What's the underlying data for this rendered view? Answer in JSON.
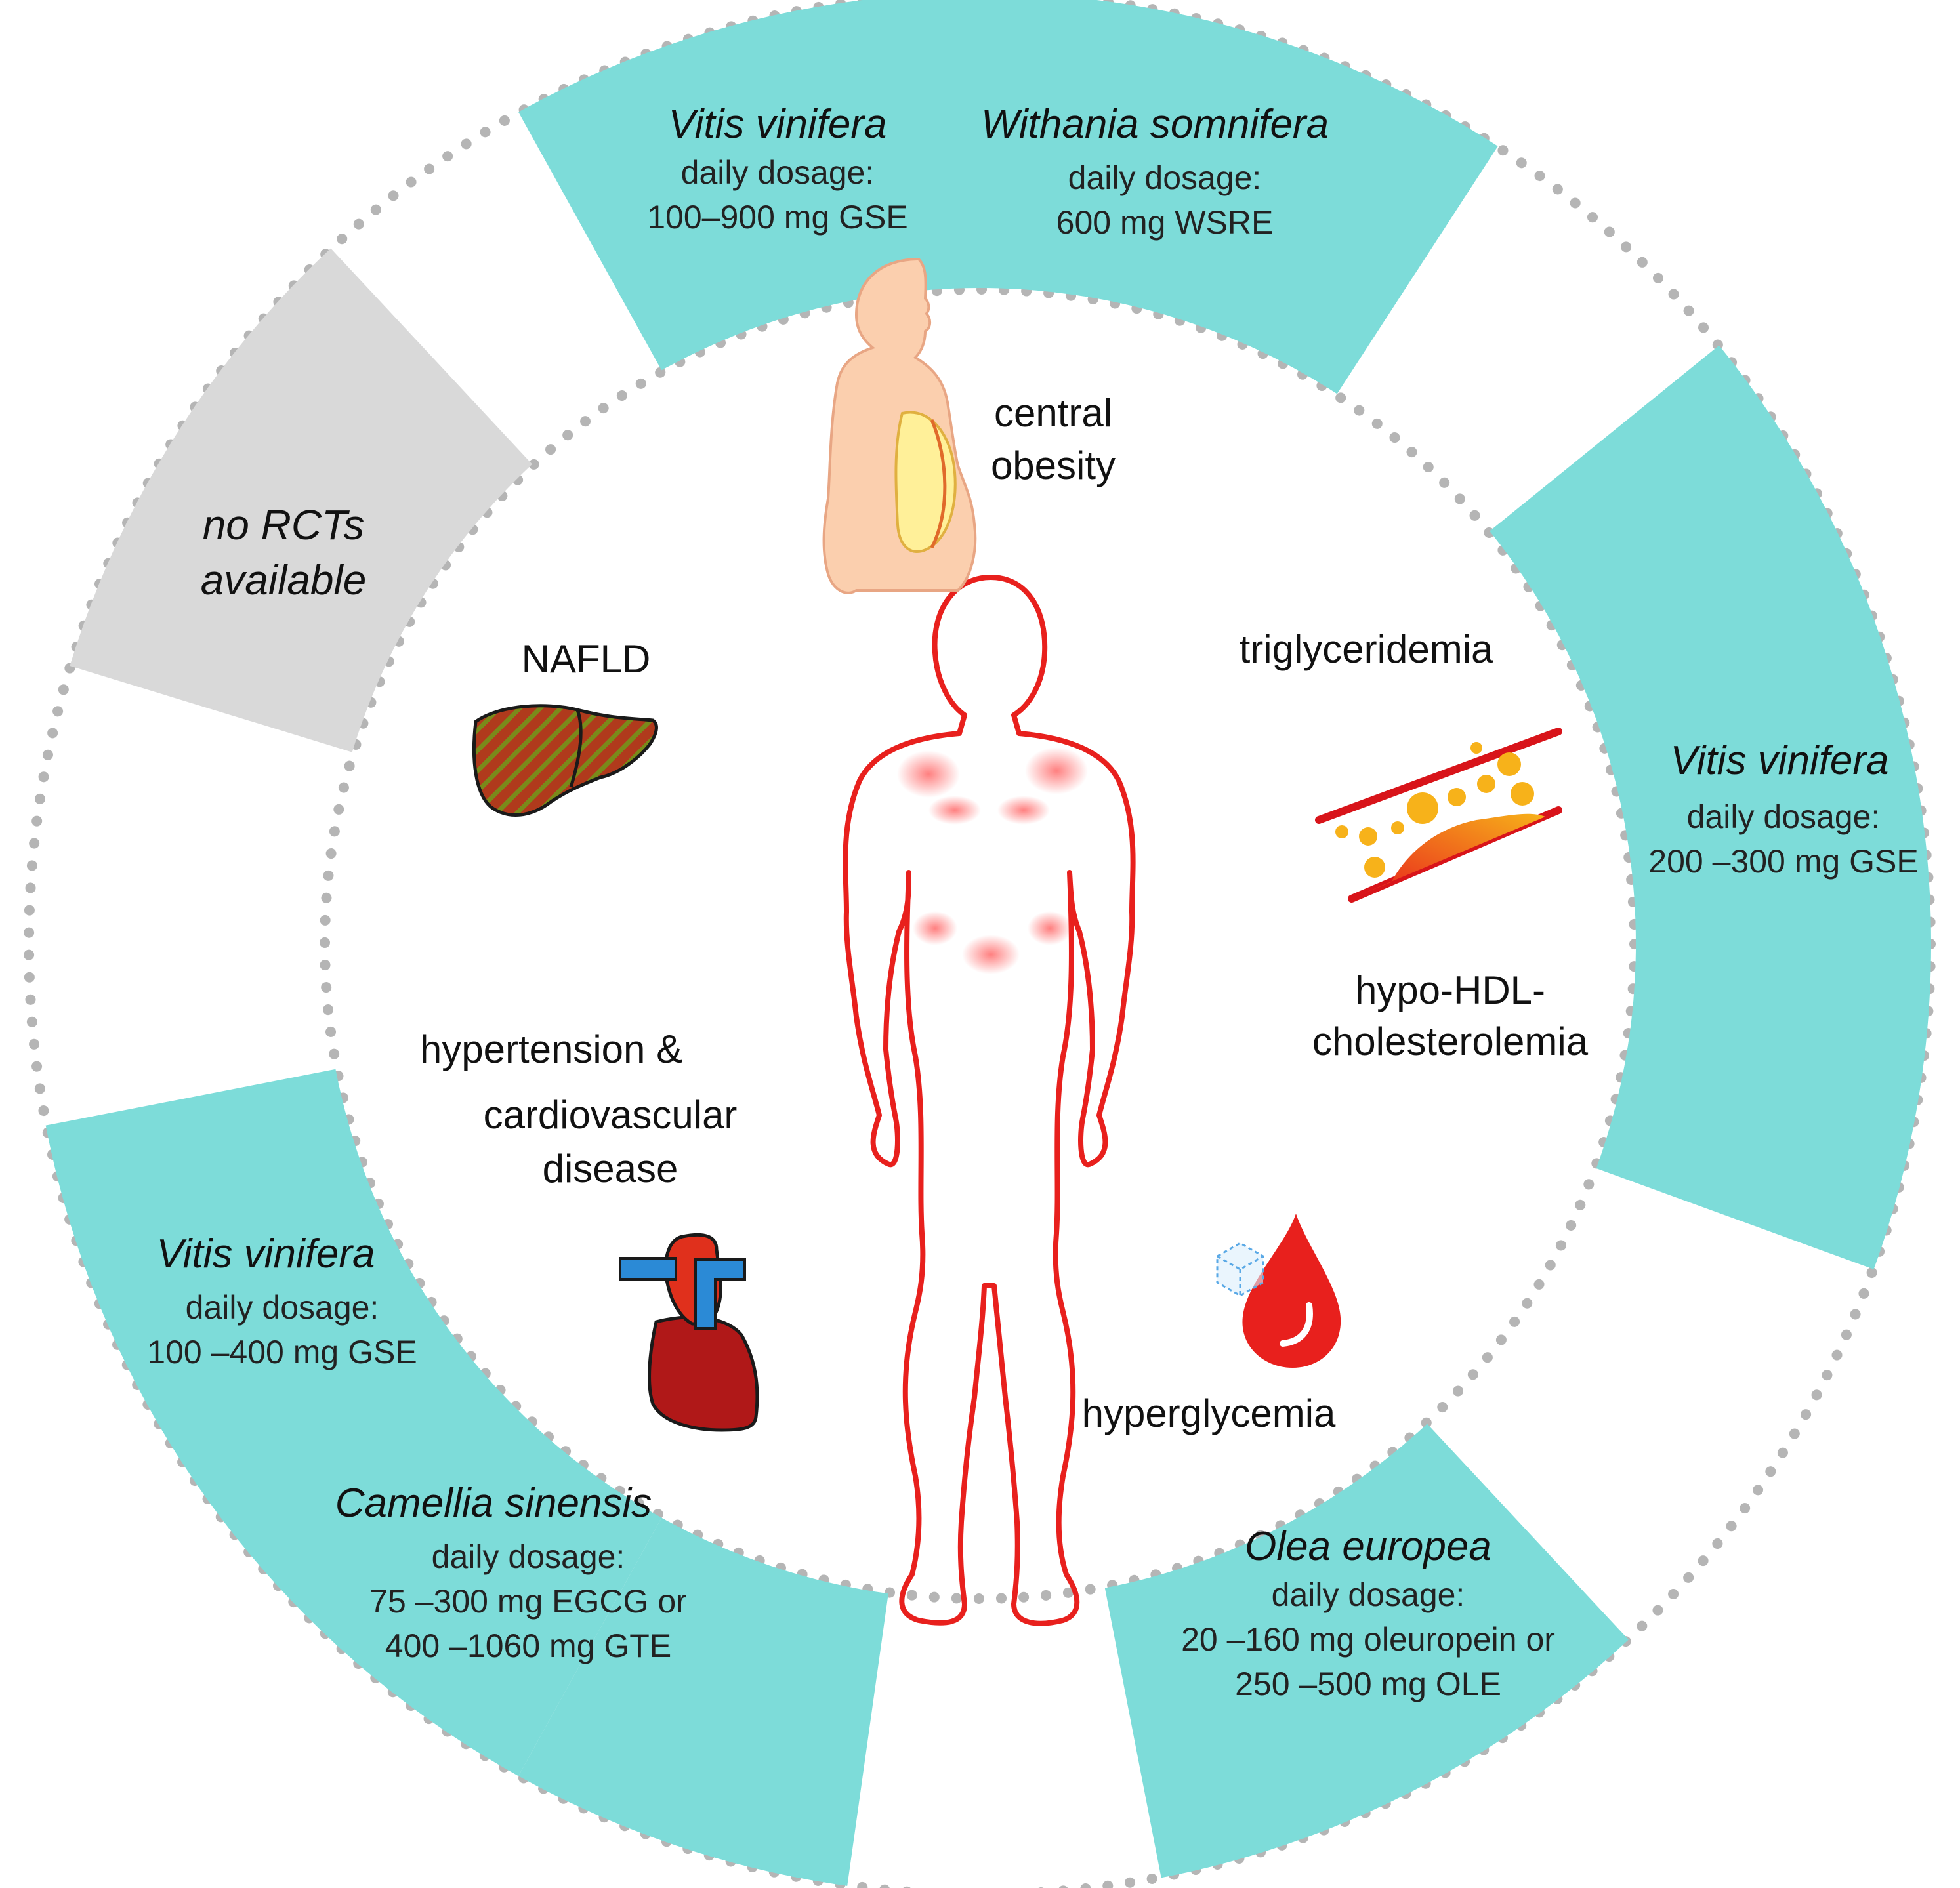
{
  "colors": {
    "teal": "#7ddcd9",
    "gray": "#d9d9d9",
    "dotted_ring": "#b5b5b5",
    "body_outline": "#e8201d",
    "heart_red": "#b01818",
    "vessel_blue": "#2b8ad6"
  },
  "icons": [
    "obese-torso-icon",
    "liver-icon",
    "blood-vessel-plaque-icon",
    "heart-icon",
    "blood-drop-sugar-icon",
    "human-body-outline-icon"
  ],
  "conditions": {
    "central_obesity": [
      "central",
      "obesity"
    ],
    "nafld": "NAFLD",
    "triglyceridemia": "triglyceridemia",
    "hypo_hdl": [
      "hypo-HDL-",
      "cholesterolemia"
    ],
    "hypertension": [
      "hypertension &",
      "cardiovascular",
      "disease"
    ],
    "hyperglycemia": "hyperglycemia"
  },
  "segments": {
    "top_left": {
      "plant": "Vitis vinifera",
      "dose_label": "daily dosage:",
      "dose": "100–900 mg GSE"
    },
    "top_right": {
      "plant": "Withania somnifera",
      "dose_label": "daily dosage:",
      "dose": "600 mg WSRE"
    },
    "right": {
      "plant": "Vitis vinifera",
      "dose_label": "daily dosage:",
      "dose": "200 –300 mg GSE"
    },
    "bottom_right": {
      "plant": "Olea europea",
      "dose_label": "daily dosage:",
      "dose": [
        "20 –160 mg oleuropein or",
        "250 –500 mg OLE"
      ]
    },
    "bottom_left": {
      "plant": "Camellia sinensis",
      "dose_label": "daily dosage:",
      "dose": [
        "75 –300 mg EGCG or",
        "400 –1060 mg GTE"
      ]
    },
    "left": {
      "plant": "Vitis vinifera",
      "dose_label": "daily dosage:",
      "dose": "100 –400 mg GSE"
    },
    "upper_left": {
      "note": [
        "no RCTs",
        "available"
      ]
    }
  }
}
